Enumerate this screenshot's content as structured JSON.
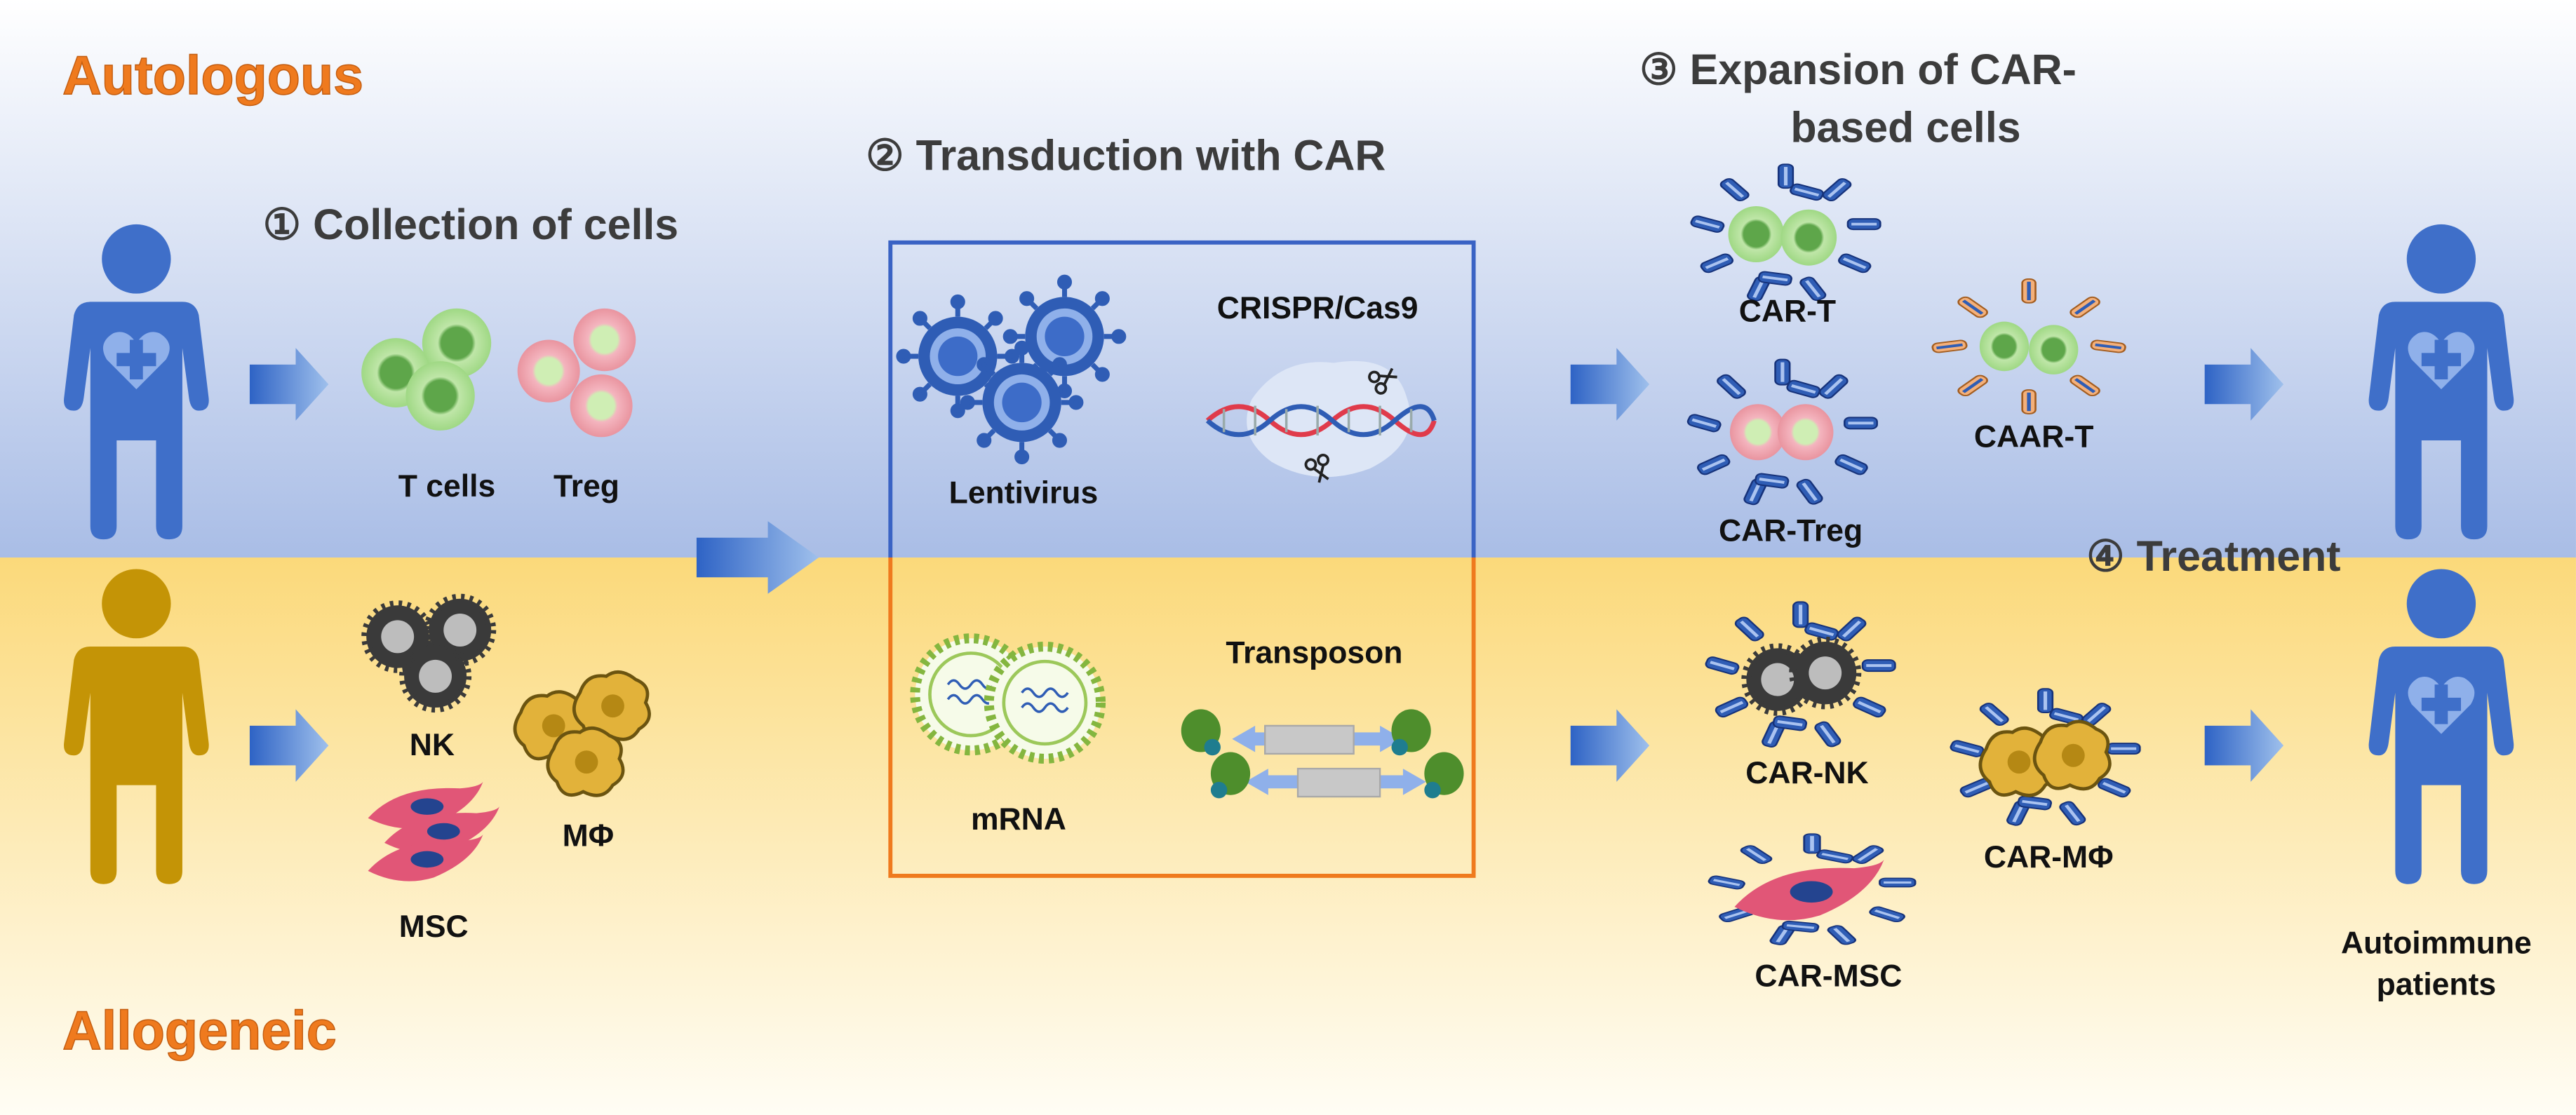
{
  "bands": {
    "top_label": "Autologous",
    "bottom_label": "Allogeneic",
    "top_color": "#4a72c4",
    "bottom_color": "#f5cf57",
    "label_color": "#ef7a1e"
  },
  "steps": {
    "collection": "① Collection of cells",
    "transduction": "② Transduction with CAR",
    "expansion_line1": "③ Expansion of CAR-",
    "expansion_line2": "based cells",
    "treatment": "④ Treatment"
  },
  "source_cells": {
    "t_cells": "T cells",
    "treg": "Treg",
    "nk": "NK",
    "macrophage": "MΦ",
    "msc": "MSC"
  },
  "methods": {
    "lentivirus": "Lentivirus",
    "crispr": "CRISPR/Cas9",
    "mrna": "mRNA",
    "transposon": "Transposon",
    "viral_box_color": "#3a63c4",
    "nonviral_box_color": "#ef7a1e"
  },
  "car_cells": {
    "car_t": "CAR-T",
    "caar_t": "CAAR-T",
    "car_treg": "CAR-Treg",
    "car_nk": "CAR-NK",
    "car_macrophage": "CAR-MΦ",
    "car_msc": "CAR-MSC"
  },
  "patients": {
    "label_line1": "Autoimmune",
    "label_line2": "patients",
    "autologous_color": "#3f6fc9",
    "allogeneic_color": "#c49406"
  },
  "icons": [
    "human-figure-icon",
    "arrow-icon",
    "virus-icon",
    "dna-helix-icon",
    "scissors-icon",
    "mrna-vesicle-icon",
    "transposon-icon",
    "receptor-icon"
  ]
}
